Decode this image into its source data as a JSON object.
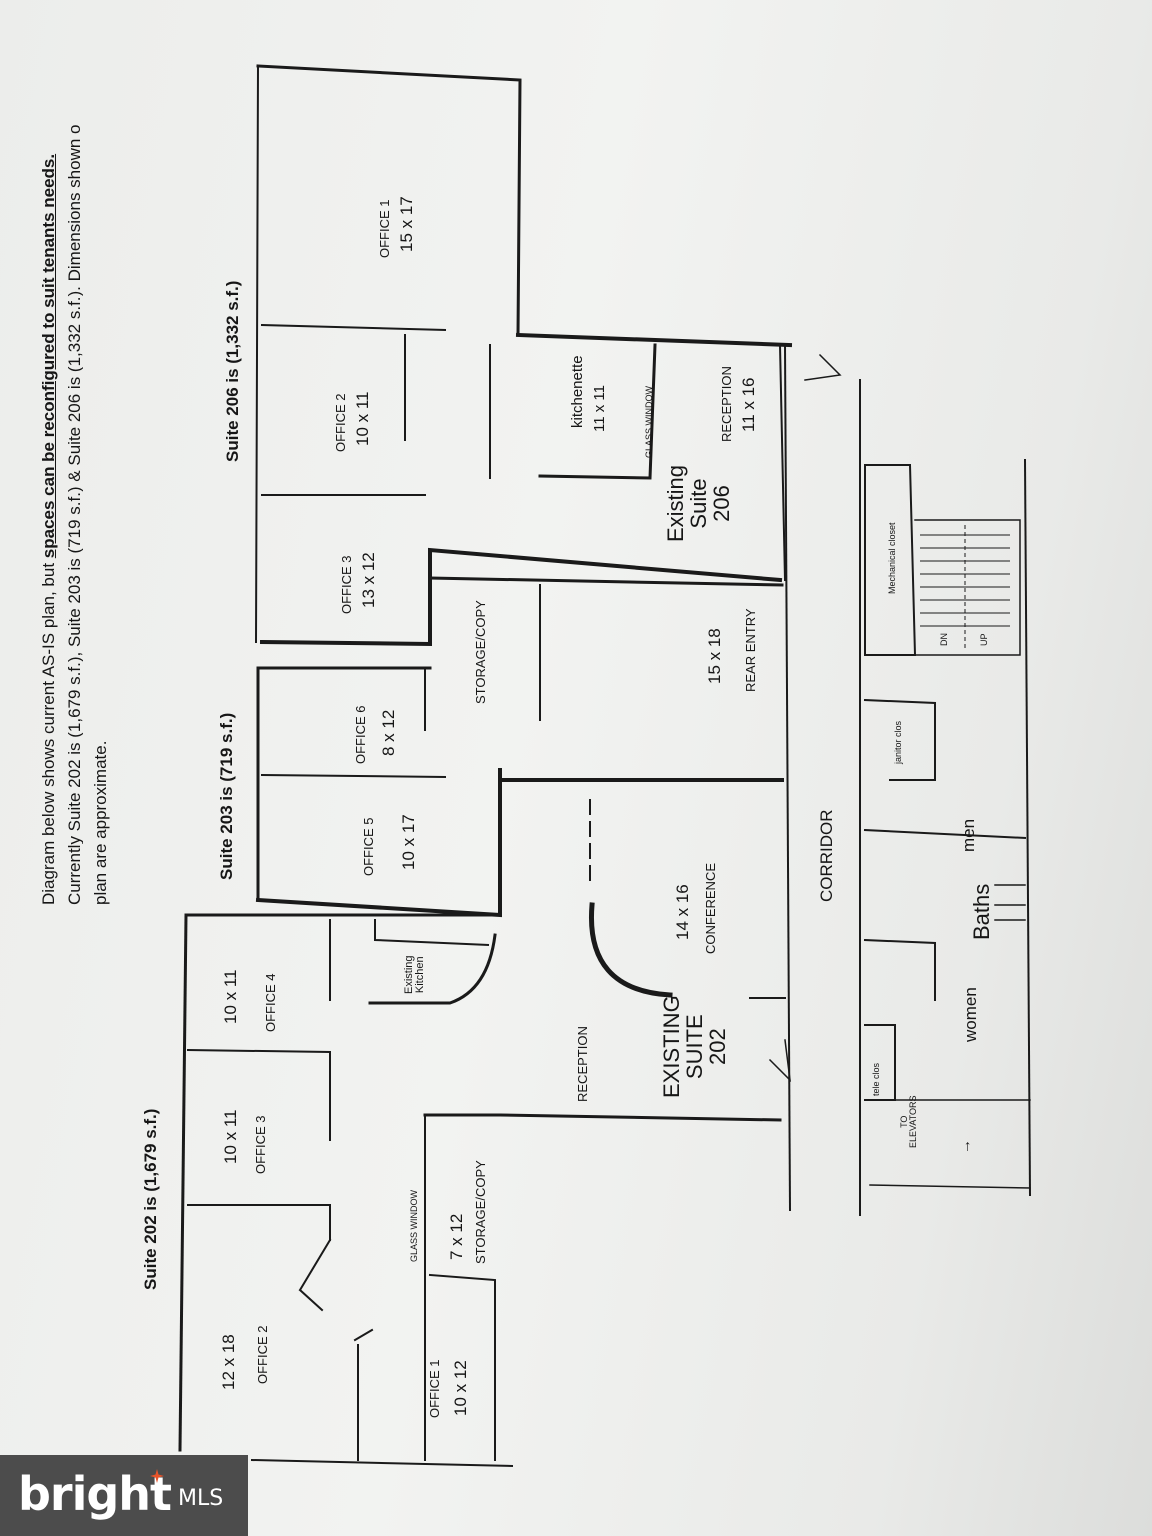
{
  "header": {
    "line1_pre": "Diagram below shows current AS-IS plan, but ",
    "line1_emph": "spaces can be reconfigured to suit tenants needs.",
    "line2": "Currently Suite 202 is (1,679 s.f.), Suite 203 is (719 s.f.) & Suite 206 is (1,332 s.f.).  Dimensions shown o",
    "line3": "plan are approximate."
  },
  "suites": {
    "s202": "Suite 202 is (1,679 s.f.)",
    "s203": "Suite 203 is (719 s.f.)",
    "s206": "Suite 206 is (1,332 s.f.)"
  },
  "rooms": {
    "s206_office1_label": "OFFICE 1",
    "s206_office1_dim": "15 x 17",
    "s206_office2_label": "OFFICE 2",
    "s206_office2_dim": "10 x 11",
    "s206_office3_label": "OFFICE 3",
    "s206_office3_dim": "13 x 12",
    "kitchenette_label": "kitchenette",
    "kitchenette_dim": "11 x 11",
    "glass_window_206": "GLASS WINDOW",
    "reception206_label": "RECEPTION",
    "reception206_dim": "11 x 16",
    "existing206_l1": "Existing",
    "existing206_l2": "Suite",
    "existing206_l3": "206",
    "storage_copy": "STORAGE/COPY",
    "rear_entry_dim": "15 x 18",
    "rear_entry_label": "REAR ENTRY",
    "s203_office6_label": "OFFICE 6",
    "s203_office6_dim": "8 x 12",
    "s203_office5_label": "OFFICE 5",
    "s203_office5_dim": "10 x 17",
    "existing_kitchen_l1": "Existing",
    "existing_kitchen_l2": "Kitchen",
    "conference_dim": "14 x 16",
    "conference_label": "CONFERENCE",
    "reception202": "RECEPTION",
    "existing202_l1": "EXISTING",
    "existing202_l2": "SUITE",
    "existing202_l3": "202",
    "s202_office4_dim": "10 x 11",
    "s202_office4_label": "OFFICE 4",
    "s202_office3_dim": "10 x 11",
    "s202_office3_label": "OFFICE 3",
    "glass_window_202": "GLASS WINDOW",
    "storage202_dim": "7 x 12",
    "storage202_label": "STORAGE/COPY",
    "s202_office2_dim": "12 x 18",
    "s202_office2_label": "OFFICE 2",
    "s202_office1_label": "OFFICE 1",
    "s202_office1_dim": "10 x 12"
  },
  "common": {
    "corridor": "CORRIDOR",
    "mechanical": "Mechanical closet",
    "janitor": "janitor clos",
    "tele": "tele clos",
    "women": "women",
    "baths": "Baths",
    "men": "men",
    "to_elevators_l1": "TO",
    "to_elevators_l2": "ELEVATORS",
    "arrow": "→",
    "dn": "DN",
    "up": "UP"
  },
  "watermark": {
    "brand": "bright",
    "suffix": "MLS",
    "accent_color": "#e8542a"
  }
}
